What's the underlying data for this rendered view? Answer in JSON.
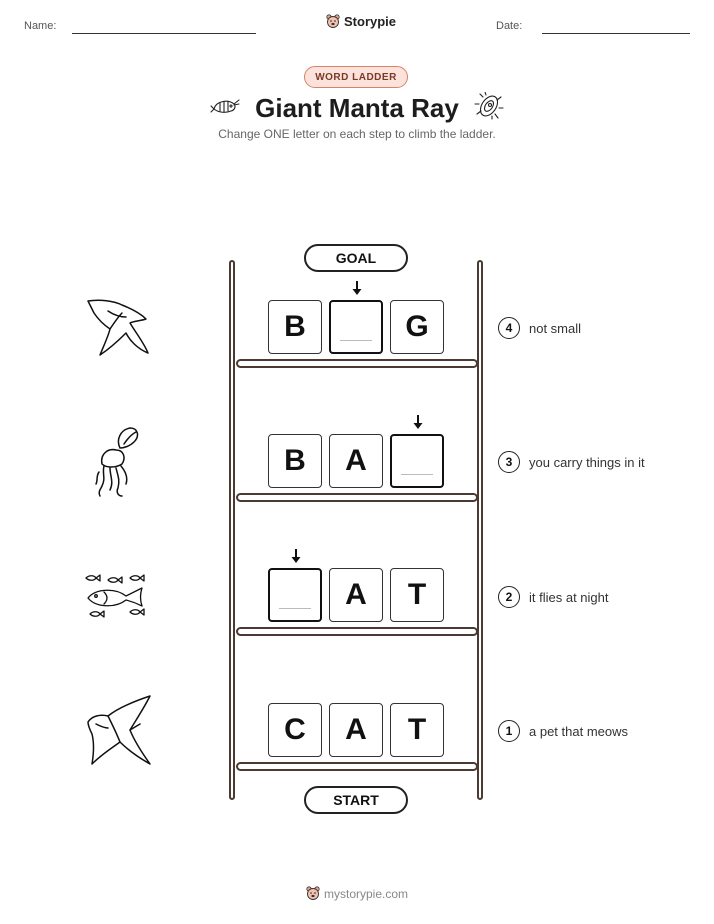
{
  "header": {
    "name_label": "Name:",
    "date_label": "Date:",
    "brand": "Storypie"
  },
  "worksheet": {
    "badge": "WORD LADDER",
    "title": "Giant Manta Ray",
    "instructions": "Change ONE letter on each step to climb the ladder."
  },
  "ladder": {
    "goal_label": "GOAL",
    "start_label": "START",
    "steps": [
      {
        "number": "4",
        "letters": [
          "B",
          "",
          "G"
        ],
        "clue": "not small",
        "picture": "manta-ray-icon"
      },
      {
        "number": "3",
        "letters": [
          "B",
          "A",
          ""
        ],
        "clue": "you carry things in it",
        "picture": "jellyfish-icon"
      },
      {
        "number": "2",
        "letters": [
          "",
          "A",
          "T"
        ],
        "clue": "it flies at night",
        "picture": "fish-school-icon"
      },
      {
        "number": "1",
        "letters": [
          "C",
          "A",
          "T"
        ],
        "clue": "a pet that meows",
        "picture": "stingray-icon"
      }
    ]
  },
  "footer": {
    "site": "mystorypie.com"
  }
}
